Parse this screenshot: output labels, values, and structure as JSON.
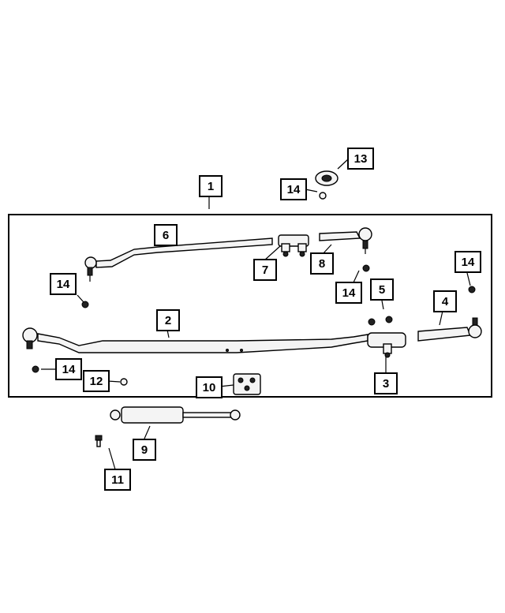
{
  "callouts": {
    "c1": "1",
    "c2": "2",
    "c3": "3",
    "c4": "4",
    "c5": "5",
    "c6": "6",
    "c7": "7",
    "c8": "8",
    "c9": "9",
    "c10": "10",
    "c11": "11",
    "c12": "12",
    "c13": "13",
    "c14a": "14",
    "c14b": "14",
    "c14c": "14",
    "c14d": "14",
    "c14e": "14"
  }
}
